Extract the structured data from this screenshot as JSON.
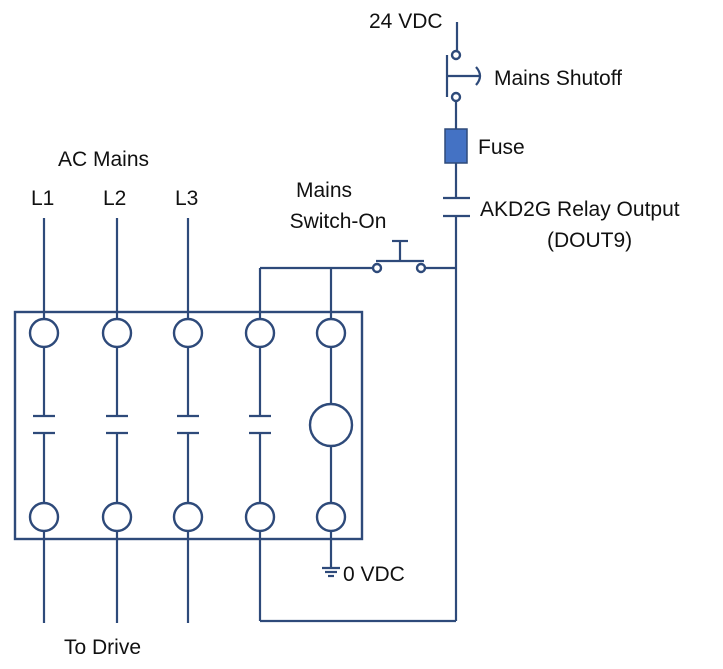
{
  "labels": {
    "supply": "24 VDC",
    "shutoff": "Mains Shutoff",
    "fuse": "Fuse",
    "relay_line1": "AKD2G Relay Output",
    "relay_line2": "(DOUT9)",
    "ac_mains": "AC Mains",
    "l1": "L1",
    "l2": "L2",
    "l3": "L3",
    "switch_on_line1": "Mains",
    "switch_on_line2": "Switch-On",
    "ground": "0 VDC",
    "to_drive": "To Drive"
  },
  "colors": {
    "wire": "#2e4a7a",
    "fuse": "#4472c4",
    "text": "#111111"
  }
}
